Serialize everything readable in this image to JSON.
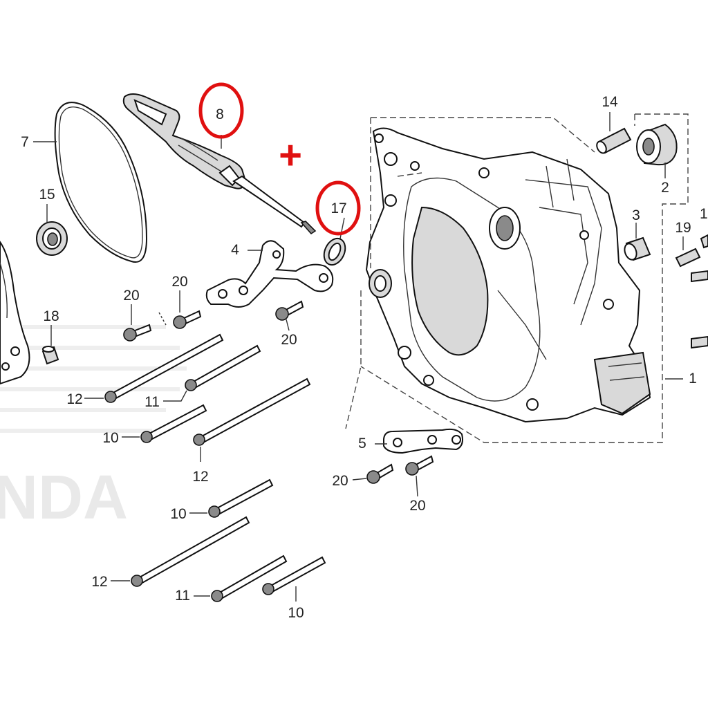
{
  "parts": {
    "p1": "1",
    "p2": "2",
    "p3": "3",
    "p4": "4",
    "p5": "5",
    "p7": "7",
    "p8": "8",
    "p10a": "10",
    "p10b": "10",
    "p10c": "10",
    "p11a": "11",
    "p11b": "11",
    "p12a": "12",
    "p12b": "12",
    "p12c": "12",
    "p14": "14",
    "p15": "15",
    "p17": "17",
    "p18": "18",
    "p19": "19",
    "p1cut": "1",
    "p20a": "20",
    "p20b": "20",
    "p20c": "20",
    "p20d": "20",
    "p20e": "20"
  },
  "highlight": {
    "color": "#e01010",
    "marker": "+",
    "circled_parts": [
      "8",
      "17"
    ]
  },
  "watermark": "NDA"
}
